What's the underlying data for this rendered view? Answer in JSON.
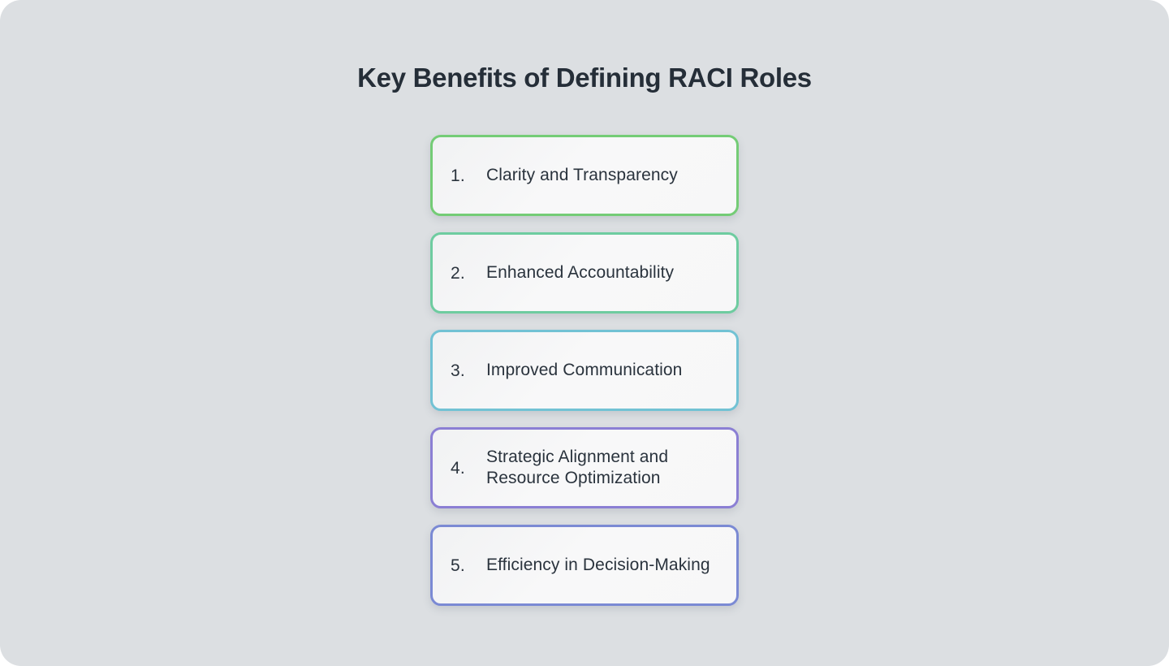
{
  "page": {
    "background_color": "#dcdfe2",
    "title": "Key Benefits of Defining RACI Roles"
  },
  "list": {
    "items": [
      {
        "number": "1.",
        "label": "Clarity and Transparency",
        "border_color": "#74cc76"
      },
      {
        "number": "2.",
        "label": "Enhanced Accountability",
        "border_color": "#6ecca0"
      },
      {
        "number": "3.",
        "label": "Improved Communication",
        "border_color": "#72c2d4"
      },
      {
        "number": "4.",
        "label": "Strategic Alignment and Resource Optimization",
        "border_color": "#8b7fd4"
      },
      {
        "number": "5.",
        "label": "Efficiency in Decision-Making",
        "border_color": "#7b8ad4"
      }
    ]
  }
}
